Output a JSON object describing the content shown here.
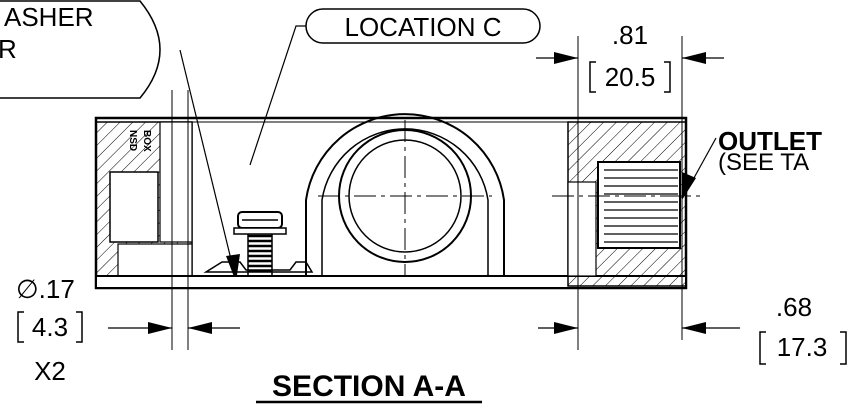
{
  "callouts": {
    "washer_line1": "ASHER",
    "washer_line2": "R",
    "location": "LOCATION C",
    "outlet_line1": "OUTLET",
    "outlet_line2": "(SEE TA"
  },
  "dimensions": {
    "top_width_in": ".81",
    "top_width_mm": "20.5",
    "hole_dia": "∅.17",
    "hole_mm": "4.3",
    "hole_qty": "X2",
    "right_width_in": ".68",
    "right_width_mm": "17.3"
  },
  "markings": {
    "side_text_1": "NSD",
    "side_text_2": "BOX"
  },
  "section_title": "SECTION A-A"
}
